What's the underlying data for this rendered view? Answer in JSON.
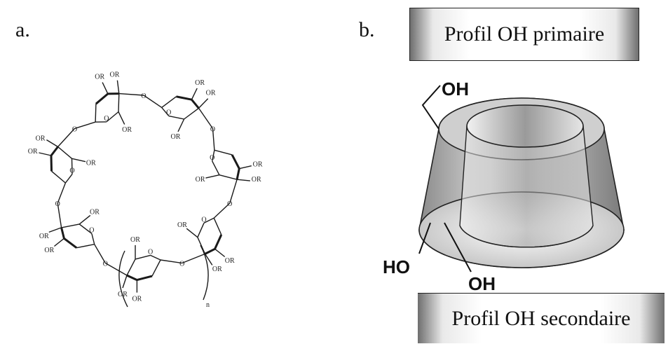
{
  "panel_a": {
    "label": "a.",
    "substituent": "OR",
    "ring_oxygen": "O",
    "repeat_subscript": "n"
  },
  "panel_b": {
    "label": "b.",
    "primary_label": "Profil OH primaire",
    "secondary_label": "Profil OH secondaire",
    "hydroxyl_top": "OH",
    "hydroxyl_left": "HO",
    "hydroxyl_right": "OH"
  }
}
